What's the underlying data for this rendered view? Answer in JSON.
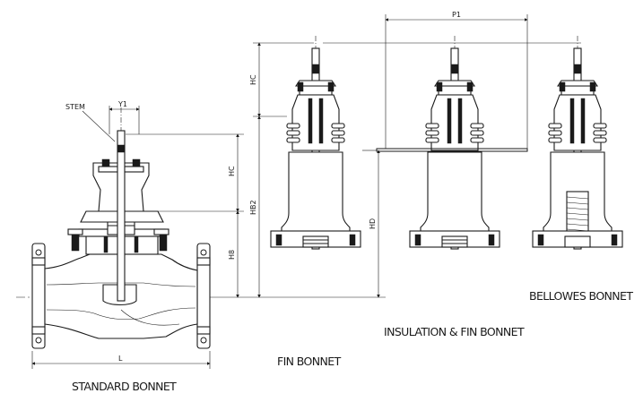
{
  "captions": {
    "standard": "STANDARD BONNET",
    "fin": "FIN BONNET",
    "insulation": "INSULATION & FIN BONNET",
    "bellows": "BELLOWES BONNET"
  },
  "labels": {
    "stem": "STEM"
  },
  "dimensions": {
    "y1": "Y1",
    "hc_standard": "HC",
    "h8": "H8",
    "l": "L",
    "hc_fin": "HC",
    "hb2": "HB2",
    "p1": "P1",
    "hd": "HD"
  }
}
